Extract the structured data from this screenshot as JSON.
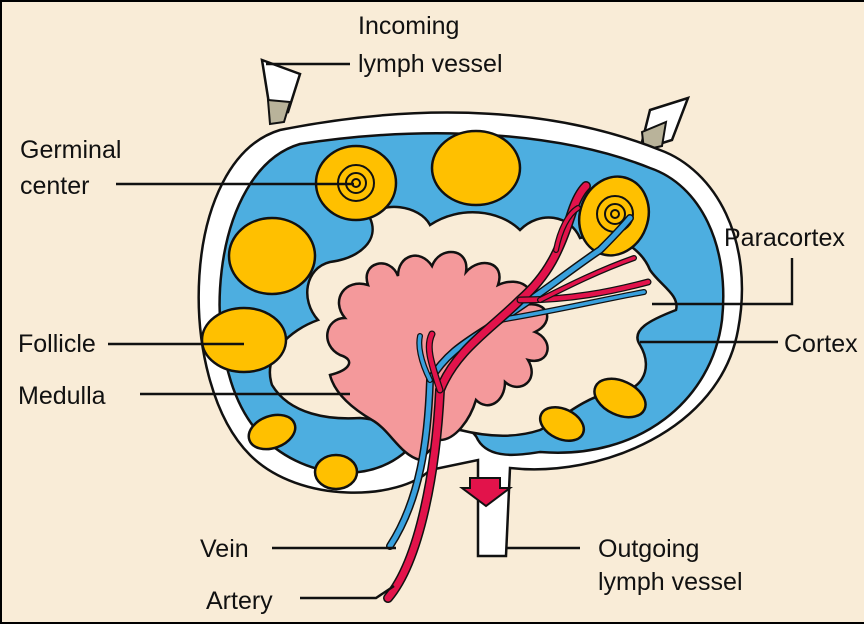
{
  "labels": {
    "incoming": [
      "Incoming",
      "lymph vessel"
    ],
    "germinal": [
      "Germinal",
      "center"
    ],
    "paracortex": "Paracortex",
    "follicle": "Follicle",
    "cortex": "Cortex",
    "medulla": "Medulla",
    "vein": "Vein",
    "artery": "Artery",
    "outgoing": [
      "Outgoing",
      "lymph vessel"
    ]
  },
  "colors": {
    "background": "#f9ecd7",
    "cortex": "#4daee0",
    "follicle": "#ffc000",
    "medulla": "#f4999b",
    "artery": "#e2134b",
    "vein": "#39a0dd",
    "capsule": "#ffffff"
  }
}
